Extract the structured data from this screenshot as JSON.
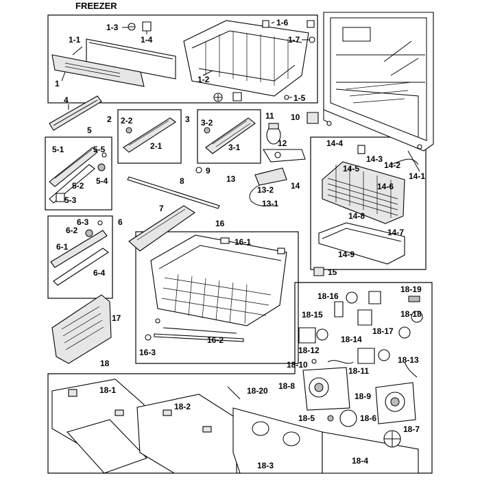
{
  "title": "FREEZER",
  "labels": {
    "l1": "1",
    "l1_1": "1-1",
    "l1_2": "1-2",
    "l1_3": "1-3",
    "l1_4": "1-4",
    "l1_5": "1-5",
    "l1_6": "1-6",
    "l1_7": "1-7",
    "l2": "2",
    "l2_1": "2-1",
    "l2_2": "2-2",
    "l3": "3",
    "l3_1": "3-1",
    "l3_2": "3-2",
    "l4": "4",
    "l5": "5",
    "l5_1": "5-1",
    "l5_2": "5-2",
    "l5_3": "5-3",
    "l5_4": "5-4",
    "l5_5": "5-5",
    "l6": "6",
    "l6_1": "6-1",
    "l6_2": "6-2",
    "l6_3": "6-3",
    "l6_4": "6-4",
    "l7": "7",
    "l8": "8",
    "l9": "9",
    "l10": "10",
    "l11": "11",
    "l12": "12",
    "l13": "13",
    "l13_1": "13-1",
    "l13_2": "13-2",
    "l14": "14",
    "l14_1": "14-1",
    "l14_2": "14-2",
    "l14_3": "14-3",
    "l14_4": "14-4",
    "l14_5": "14-5",
    "l14_6": "14-6",
    "l14_7": "14-7",
    "l14_8": "14-8",
    "l14_9": "14-9",
    "l15": "15",
    "l16": "16",
    "l16_1": "16-1",
    "l16_2": "16-2",
    "l16_3": "16-3",
    "l17": "17",
    "l18": "18",
    "l18_1": "18-1",
    "l18_2": "18-2",
    "l18_3": "18-3",
    "l18_4": "18-4",
    "l18_5": "18-5",
    "l18_6": "18-6",
    "l18_7": "18-7",
    "l18_8": "18-8",
    "l18_9": "18-9",
    "l18_10": "18-10",
    "l18_11": "18-11",
    "l18_12": "18-12",
    "l18_13": "18-13",
    "l18_14": "18-14",
    "l18_15": "18-15",
    "l18_16": "18-16",
    "l18_17": "18-17",
    "l18_18": "18-18",
    "l18_19": "18-19",
    "l18_20": "18-20"
  }
}
